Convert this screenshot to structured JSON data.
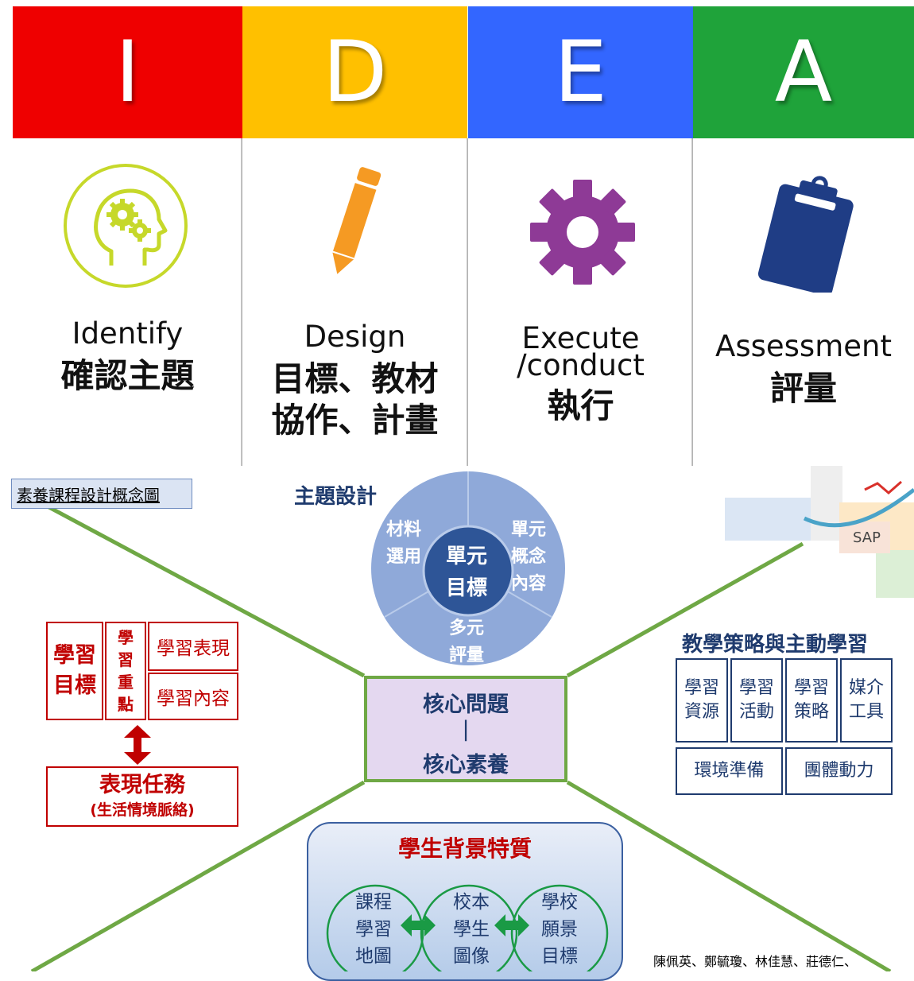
{
  "idea": [
    {
      "letter": "I",
      "color": "#ef0000",
      "en": "Identify",
      "zh": [
        "確認主題"
      ],
      "icon": "head-gears-icon"
    },
    {
      "letter": "D",
      "color": "#ffc000",
      "en": "Design",
      "zh": [
        "目標、教材",
        "協作、計畫"
      ],
      "icon": "pencil-icon"
    },
    {
      "letter": "E",
      "color": "#3366ff",
      "en": "Execute",
      "en2": "/conduct",
      "zh": [
        "執行"
      ],
      "icon": "gear-icon"
    },
    {
      "letter": "A",
      "color": "#1fa33a",
      "en": "Assessment",
      "zh": [
        "評量"
      ],
      "icon": "clipboard-icon"
    }
  ],
  "diagram": {
    "title": "素養課程設計概念圖",
    "theme_title": "主題設計",
    "wheel": {
      "left": [
        "材料",
        "選用"
      ],
      "right": [
        "單元",
        "概念",
        "內容"
      ],
      "bottom": [
        "多元",
        "評量"
      ],
      "center": [
        "單元",
        "目標"
      ]
    },
    "learning": {
      "goal": [
        "學習",
        "目標"
      ],
      "focus": [
        "學",
        "習",
        "重",
        "點"
      ],
      "performance": "學習表現",
      "content": "學習內容"
    },
    "task": {
      "title": "表現任務",
      "sub": "(生活情境脈絡)"
    },
    "core": {
      "line1": "核心問題",
      "sep": "|",
      "line2": "核心素養"
    },
    "strategy": {
      "title": "教學策略與主動學習",
      "cells": [
        [
          "學習",
          "資源"
        ],
        [
          "學習",
          "活動"
        ],
        [
          "學習",
          "策略"
        ],
        [
          "媒介",
          "工具"
        ]
      ],
      "bottom": [
        "環境準備",
        "團體動力"
      ]
    },
    "student": {
      "title": "學生背景特質",
      "circles": [
        [
          "課程",
          "學習",
          "地圖"
        ],
        [
          "校本",
          "學生",
          "圖像"
        ],
        [
          "學校",
          "願景",
          "目標"
        ]
      ]
    },
    "logo_text": "SAP",
    "credit": "陳佩英、鄭毓瓊、林佳慧、莊德仁、"
  },
  "colors": {
    "green_line": "#6fa845",
    "navy": "#1f3b6e",
    "red": "#c00000",
    "wheel_outer": "#8fa9d9",
    "wheel_center": "#2e5597"
  }
}
